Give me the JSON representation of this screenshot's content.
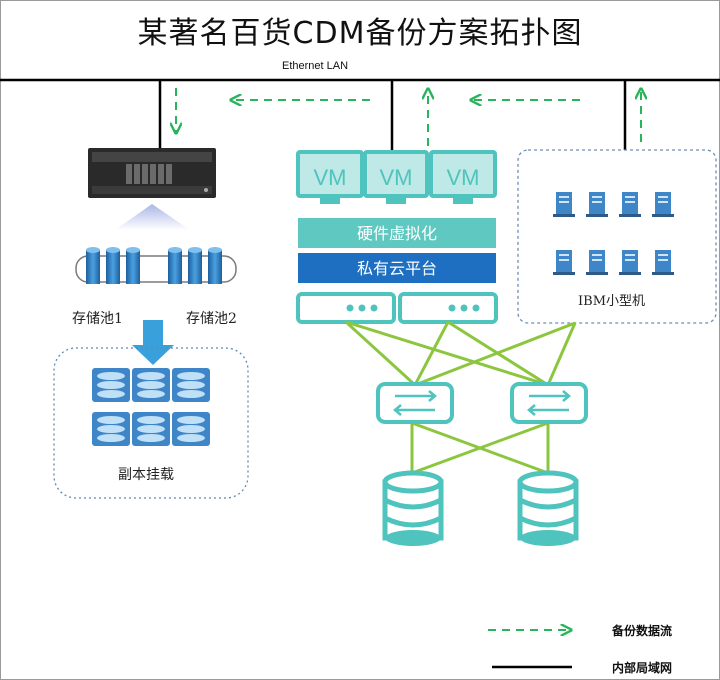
{
  "title": "某著名百货CDM备份方案拓扑图",
  "network": {
    "lan_label": "Ethernet LAN"
  },
  "storage": {
    "pool1_label": "存储池1",
    "pool2_label": "存储池2",
    "replica_label": "副本挂载"
  },
  "virtualization": {
    "vm_labels": [
      "VM",
      "VM",
      "VM"
    ],
    "hw_label": "硬件虚拟化",
    "cloud_label": "私有云平台"
  },
  "ibm": {
    "label": "IBM小型机"
  },
  "legend": {
    "backup_flow_label": "备份数据流",
    "lan_label": "内部局域网"
  },
  "colors": {
    "flow_green": "#27b45a",
    "link_green": "#8cc63f",
    "teal": "#4fc3bd",
    "teal_light": "#bfe9e6",
    "cloud_blue": "#1e6fc1",
    "server_blue": "#3f86c9",
    "drum_blue": "#2f7fc4",
    "dashed_box": "#6c8fb8"
  }
}
